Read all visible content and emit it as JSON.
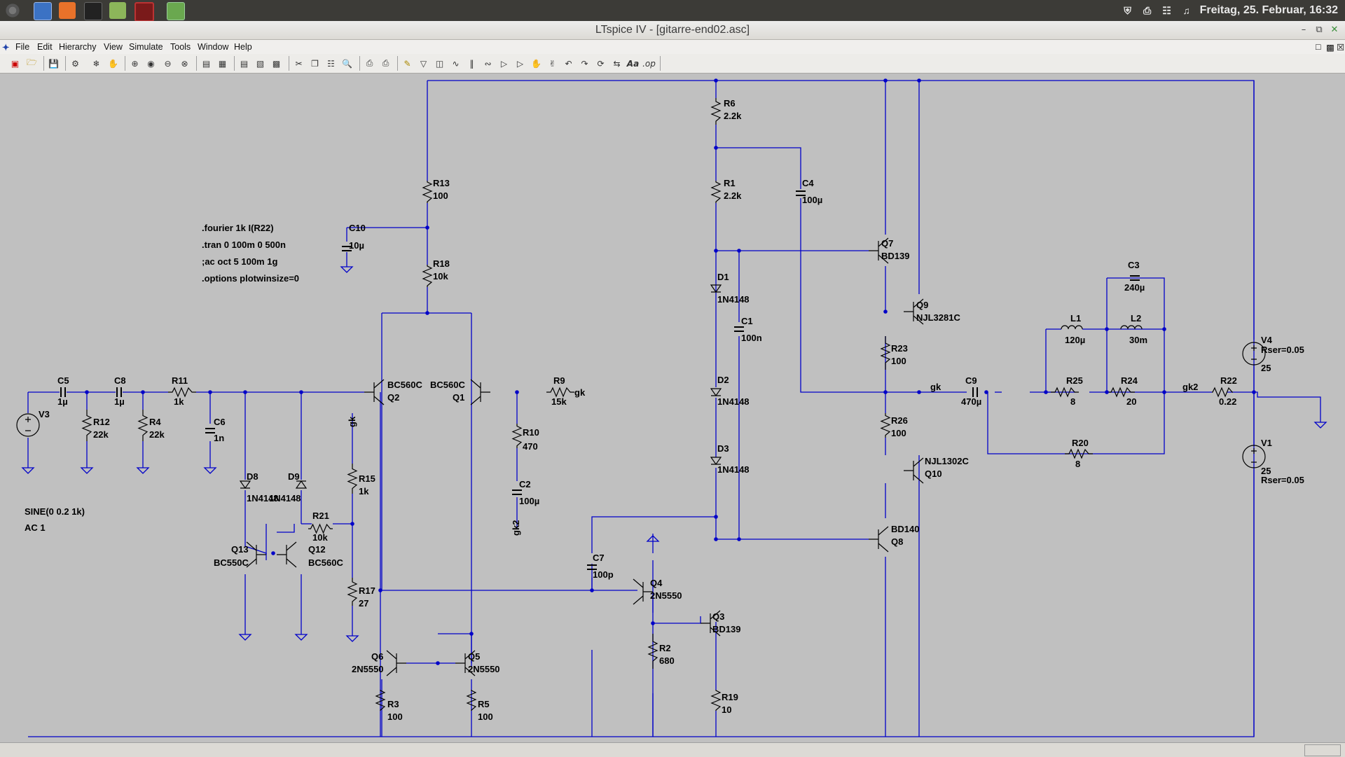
{
  "panel": {
    "datetime": "Freitag, 25. Februar, 16:32"
  },
  "window": {
    "title": "LTspice IV - [gitarre-end02.asc]"
  },
  "menu": {
    "items": [
      {
        "label": "File"
      },
      {
        "label": "Edit"
      },
      {
        "label": "Hierarchy"
      },
      {
        "label": "View"
      },
      {
        "label": "Simulate"
      },
      {
        "label": "Tools"
      },
      {
        "label": "Window"
      },
      {
        "label": "Help"
      }
    ]
  },
  "toolbar": {
    "text_tool_label": "Aa",
    "op_tool_label": ".op"
  },
  "schematic": {
    "directives": [
      ".fourier 1k I(R22)",
      ".tran 0 100m 0 500n",
      ";ac oct 5 100m 1g",
      ".options plotwinsize=0"
    ],
    "source_spec": [
      "SINE(0 0.2 1k)",
      "AC 1"
    ],
    "components": [
      {
        "ref": "R6",
        "value": "2.2k"
      },
      {
        "ref": "R1",
        "value": "2.2k"
      },
      {
        "ref": "C4",
        "value": "100µ"
      },
      {
        "ref": "R13",
        "value": "100"
      },
      {
        "ref": "C10",
        "value": "10µ"
      },
      {
        "ref": "R18",
        "value": "10k"
      },
      {
        "ref": "Q7",
        "value": "BD139"
      },
      {
        "ref": "Q9",
        "value": "NJL3281C"
      },
      {
        "ref": "D1",
        "value": "1N4148"
      },
      {
        "ref": "C1",
        "value": "100n"
      },
      {
        "ref": "C3",
        "value": "240µ"
      },
      {
        "ref": "L1",
        "value": "120µ"
      },
      {
        "ref": "L2",
        "value": "30m"
      },
      {
        "ref": "V4",
        "value": "Rser=0.05"
      },
      {
        "ref": "R23",
        "value": "100"
      },
      {
        "ref": "C5",
        "value": "1µ"
      },
      {
        "ref": "C8",
        "value": "1µ"
      },
      {
        "ref": "R11",
        "value": "1k"
      },
      {
        "ref": "Q2",
        "value": "BC560C"
      },
      {
        "ref": "Q1",
        "value": "BC560C"
      },
      {
        "ref": "R9",
        "value": "15k"
      },
      {
        "ref": "D2",
        "value": "1N4148"
      },
      {
        "ref": "C9",
        "value": "470µ"
      },
      {
        "ref": "R25",
        "value": "8"
      },
      {
        "ref": "R24",
        "value": "20"
      },
      {
        "ref": "R22",
        "value": "0.22"
      },
      {
        "ref": "V3",
        "value": ""
      },
      {
        "ref": "R12",
        "value": "22k"
      },
      {
        "ref": "R4",
        "value": "22k"
      },
      {
        "ref": "C6",
        "value": "1n"
      },
      {
        "ref": "R10",
        "value": "470"
      },
      {
        "ref": "R26",
        "value": "100"
      },
      {
        "ref": "R20",
        "value": "8"
      },
      {
        "ref": "V1",
        "value": "Rser=0.05"
      },
      {
        "ref": "D3",
        "value": "1N4148"
      },
      {
        "ref": "Q10",
        "value": "NJL1302C"
      },
      {
        "ref": "D8",
        "value": "1N4148"
      },
      {
        "ref": "D9",
        "value": "1N4148"
      },
      {
        "ref": "R15",
        "value": "1k"
      },
      {
        "ref": "C2",
        "value": "100µ"
      },
      {
        "ref": "R21",
        "value": "10k"
      },
      {
        "ref": "Q13",
        "value": "BC550C"
      },
      {
        "ref": "Q12",
        "value": "BC560C"
      },
      {
        "ref": "Q8",
        "value": "BD140"
      },
      {
        "ref": "C7",
        "value": "100p"
      },
      {
        "ref": "Q4",
        "value": "2N5550"
      },
      {
        "ref": "R17",
        "value": "27"
      },
      {
        "ref": "Q3",
        "value": "BD139"
      },
      {
        "ref": "R2",
        "value": "680"
      },
      {
        "ref": "Q6",
        "value": "2N5550"
      },
      {
        "ref": "Q5",
        "value": "2N5550"
      },
      {
        "ref": "R19",
        "value": "10"
      },
      {
        "ref": "R3",
        "value": "100"
      },
      {
        "ref": "R5",
        "value": "100"
      }
    ],
    "net_labels": [
      "gk",
      "gk",
      "gk2",
      "gk",
      "gk2"
    ],
    "supply_values": [
      "25",
      "25"
    ],
    "wire_color": "#0000c8",
    "dot_color": "#0000c8"
  }
}
